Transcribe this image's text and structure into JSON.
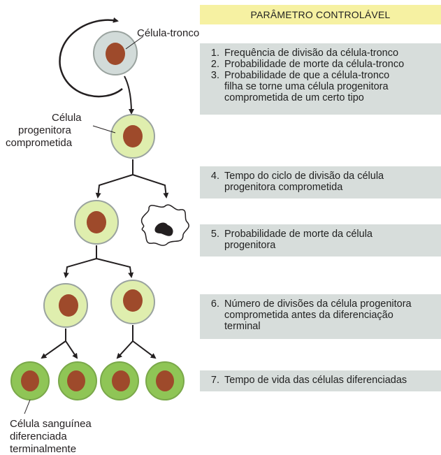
{
  "header": "PARÂMETRO CONTROLÁVEL",
  "labels": {
    "stem_cell": "Célula-tronco",
    "committed_progenitor": [
      "Célula",
      "progenitora",
      "comprometida"
    ],
    "terminal_cell": [
      "Célula sanguínea",
      "diferenciada",
      "terminalmente"
    ]
  },
  "parameters": [
    {
      "items": [
        {
          "num": "1.",
          "lines": [
            "Frequência de divisão da célula-tronco"
          ]
        },
        {
          "num": "2.",
          "lines": [
            "Probabilidade de morte da célula-tronco"
          ]
        },
        {
          "num": "3.",
          "lines": [
            "Probabilidade de que a célula-tronco",
            "filha se torne uma célula progenitora",
            "comprometida de um certo tipo"
          ]
        }
      ]
    },
    {
      "items": [
        {
          "num": "4.",
          "lines": [
            "Tempo do ciclo de divisão da célula",
            "progenitora comprometida"
          ]
        }
      ]
    },
    {
      "items": [
        {
          "num": "5.",
          "lines": [
            "Probabilidade de morte da célula",
            "progenitora"
          ]
        }
      ]
    },
    {
      "items": [
        {
          "num": "6.",
          "lines": [
            "Número de divisões da célula progenitora",
            "comprometida antes da diferenciação",
            "terminal"
          ]
        }
      ]
    },
    {
      "items": [
        {
          "num": "7.",
          "lines": [
            "Tempo de vida das células diferenciadas"
          ]
        }
      ]
    }
  ],
  "colors": {
    "stem_cell_fill": "#d2dbd9",
    "progenitor_fill": "#dfeeae",
    "terminal_fill": "#8fc556",
    "nucleus_fill": "#9e4a2b",
    "panel_bg": "#d7dddb",
    "header_bg": "#f6f1a2"
  }
}
